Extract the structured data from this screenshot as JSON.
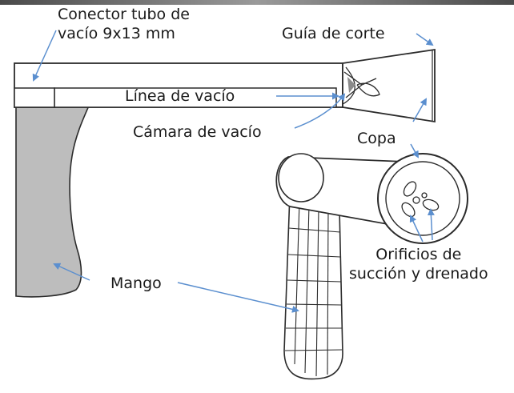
{
  "colors": {
    "outline": "#2b2b2b",
    "handle_fill": "#bdbdbd",
    "arrow": "#5b8fcf",
    "top_bar": "#4a4a4a",
    "background": "#ffffff"
  },
  "labels": {
    "connector": "Conector tubo de\nvacío 9x13 mm",
    "cutting_guide": "Guía de corte",
    "vacuum_line": "Línea de vacío",
    "vacuum_chamber": "Cámara de vacío",
    "cup": "Copa",
    "handle": "Mango",
    "orifices": "Orificios de\nsucción y drenado"
  }
}
